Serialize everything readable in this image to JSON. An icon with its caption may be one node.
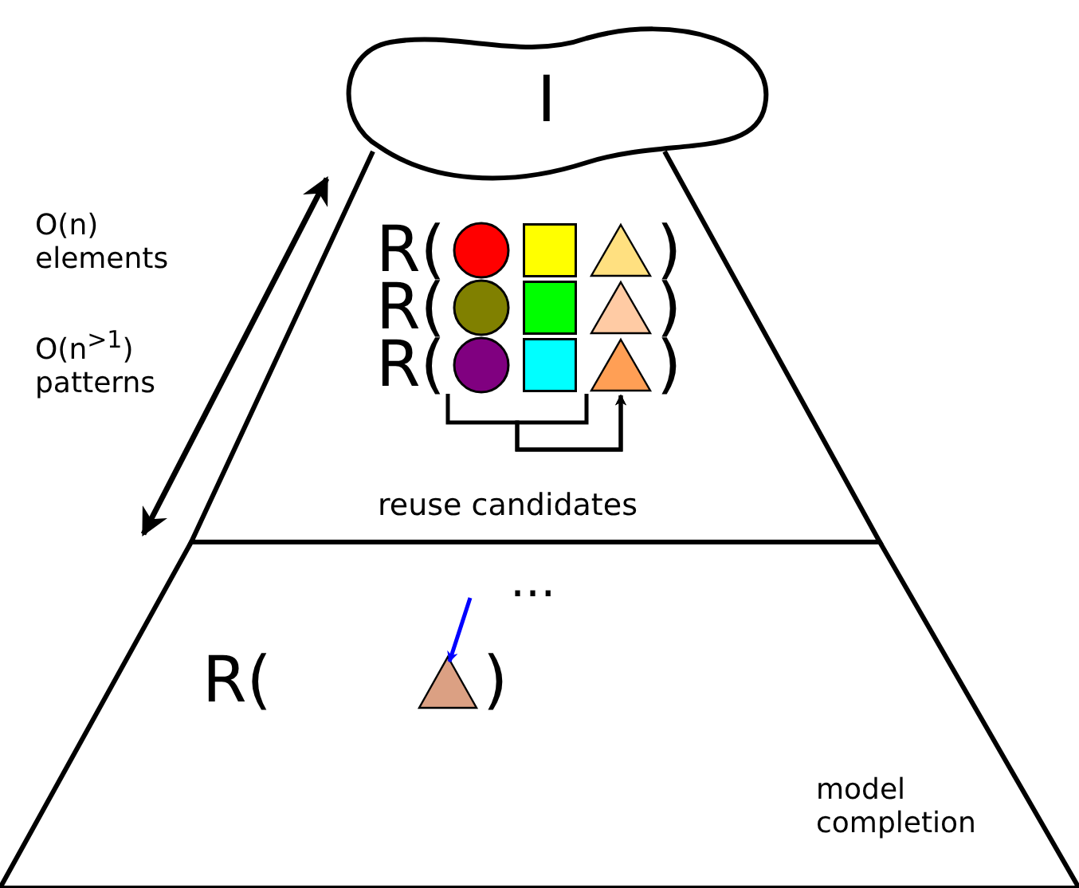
{
  "diagram": {
    "nodes": [
      {
        "text": [
          "I"
        ]
      },
      {
        "text": [
          "reuse candidates"
        ]
      },
      {
        "text": [
          "model completion"
        ]
      },
      {
        "text": [],
        "shape": "circle",
        "in": 1
      },
      {
        "text": [],
        "shape": "box",
        "in": 1
      },
      {
        "text": [],
        "shape": "triangle",
        "in": 1
      },
      {
        "text": [],
        "shape": "circle",
        "in": 1
      },
      {
        "text": [],
        "shape": "box",
        "in": 1
      },
      {
        "text": [],
        "shape": "triangle",
        "in": 1
      },
      {
        "text": [],
        "shape": "circle",
        "in": 1
      },
      {
        "text": [],
        "shape": "box",
        "in": 1
      },
      {
        "text": [],
        "shape": "triangle",
        "in": 1
      },
      {
        "text": [],
        "shape": "triangle",
        "in": 2
      }
    ],
    "edges": [
      {
        "from": 9,
        "to": 11,
        "arrow": "to"
      },
      {
        "from": 10,
        "to": 11,
        "arrow": "to"
      },
      {
        "from": null,
        "to": 12,
        "arrow": "to",
        "color": "#0000ff"
      }
    ],
    "labels": [
      "O(n) elements",
      "O(n$^{>1}$) patterns",
      "R(",
      ")",
      "R(",
      ")",
      "R(",
      ")",
      "...",
      "R(",
      ")"
    ]
  }
}
